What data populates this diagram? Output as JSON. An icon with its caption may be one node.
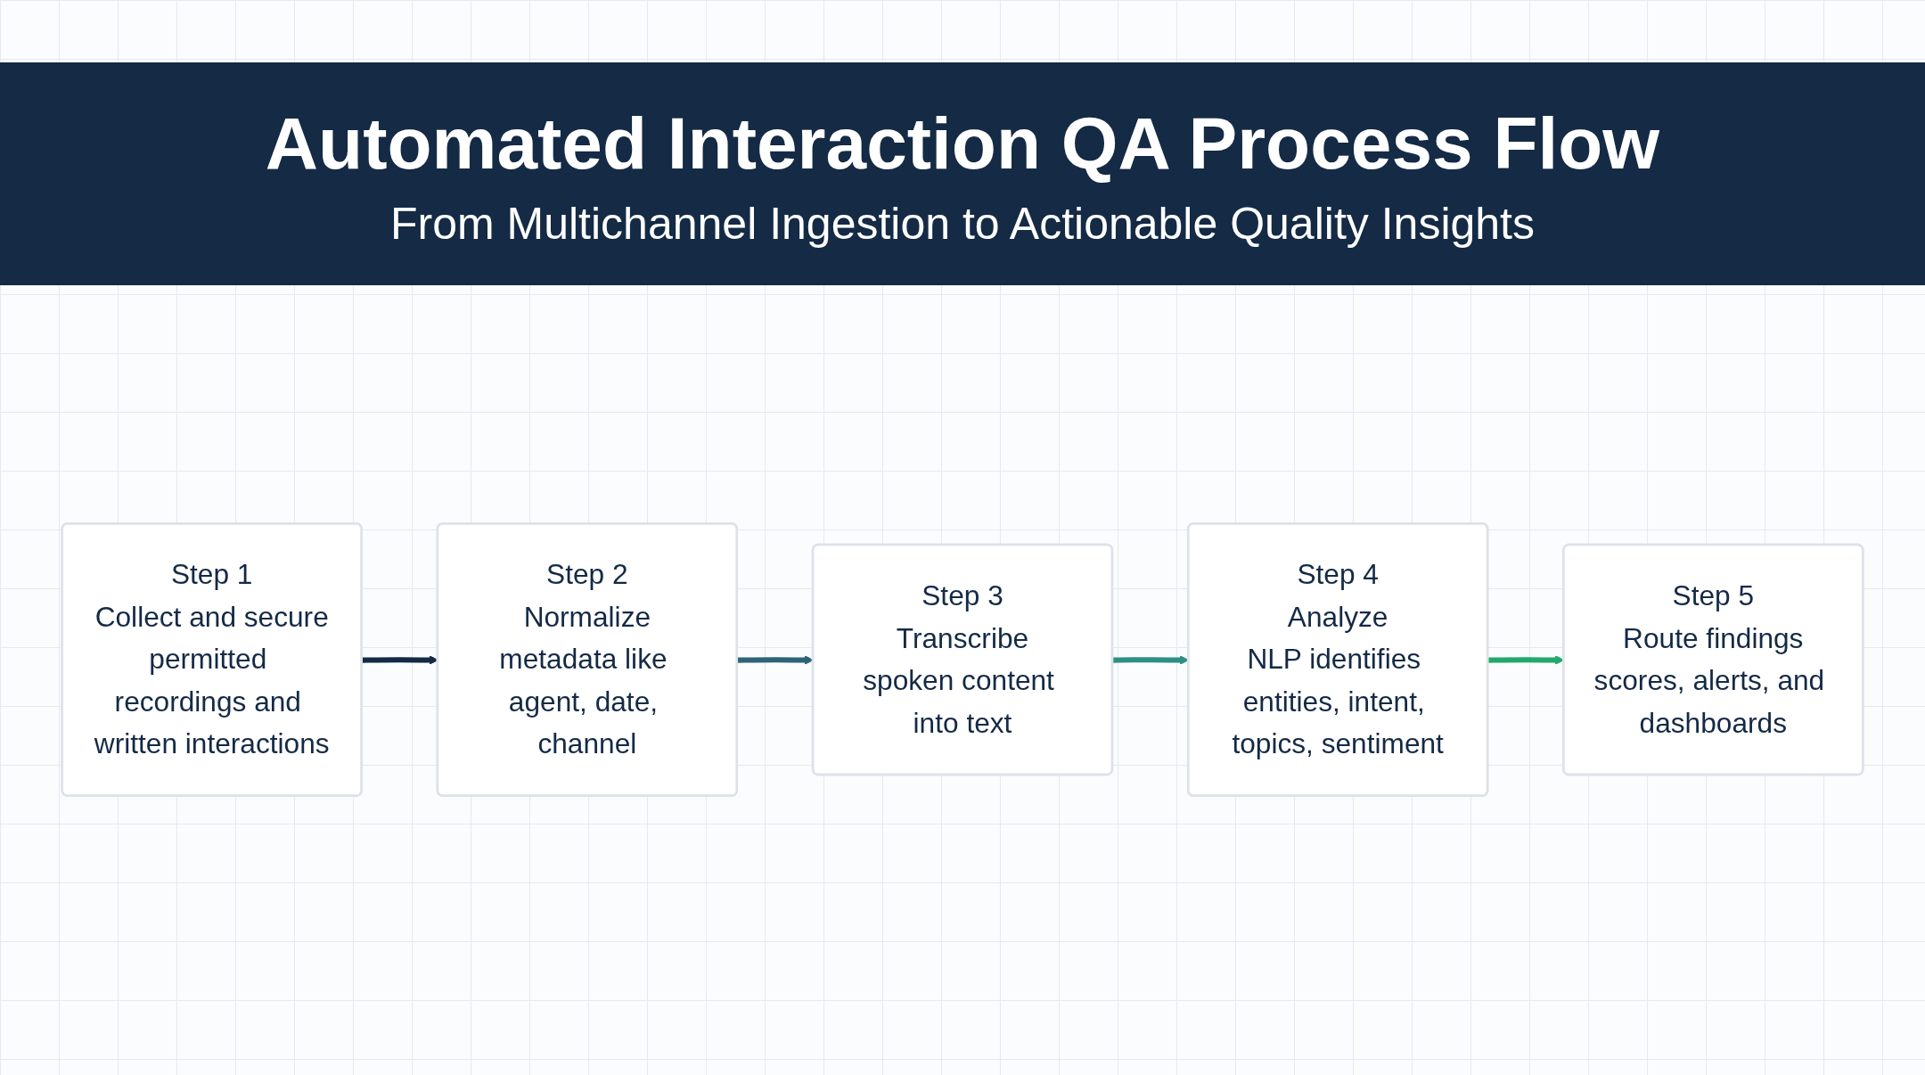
{
  "diagram": {
    "title": "Automated Interaction QA Process Flow",
    "nodes": [
      {
        "text": [
          "Step 1",
          "Collect and secure",
          "permitted recordings and written interactions"
        ]
      },
      {
        "text": [
          "Step 2",
          "Normalize",
          "metadata like agent, date, channel"
        ]
      },
      {
        "text": [
          "Step 3",
          "Transcribe",
          "spoken content into text"
        ]
      },
      {
        "text": [
          "Step 4",
          "Analyze",
          "NLP identifies entities, intent, topics, sentiment"
        ]
      },
      {
        "text": [
          "Step 5",
          "Route findings",
          "scores, alerts, and dashboards"
        ]
      }
    ],
    "edges": [
      {
        "from": 0,
        "to": 1,
        "arrow": "to",
        "color": "#142a45"
      },
      {
        "from": 1,
        "to": 2,
        "arrow": "to",
        "color": "#2e6478"
      },
      {
        "from": 2,
        "to": 3,
        "arrow": "to",
        "color": "#2f8f84"
      },
      {
        "from": 3,
        "to": 4,
        "arrow": "to",
        "color": "#22a86f"
      }
    ],
    "labels": [
      "From Multichannel Ingestion to Actionable Quality Insights"
    ]
  }
}
